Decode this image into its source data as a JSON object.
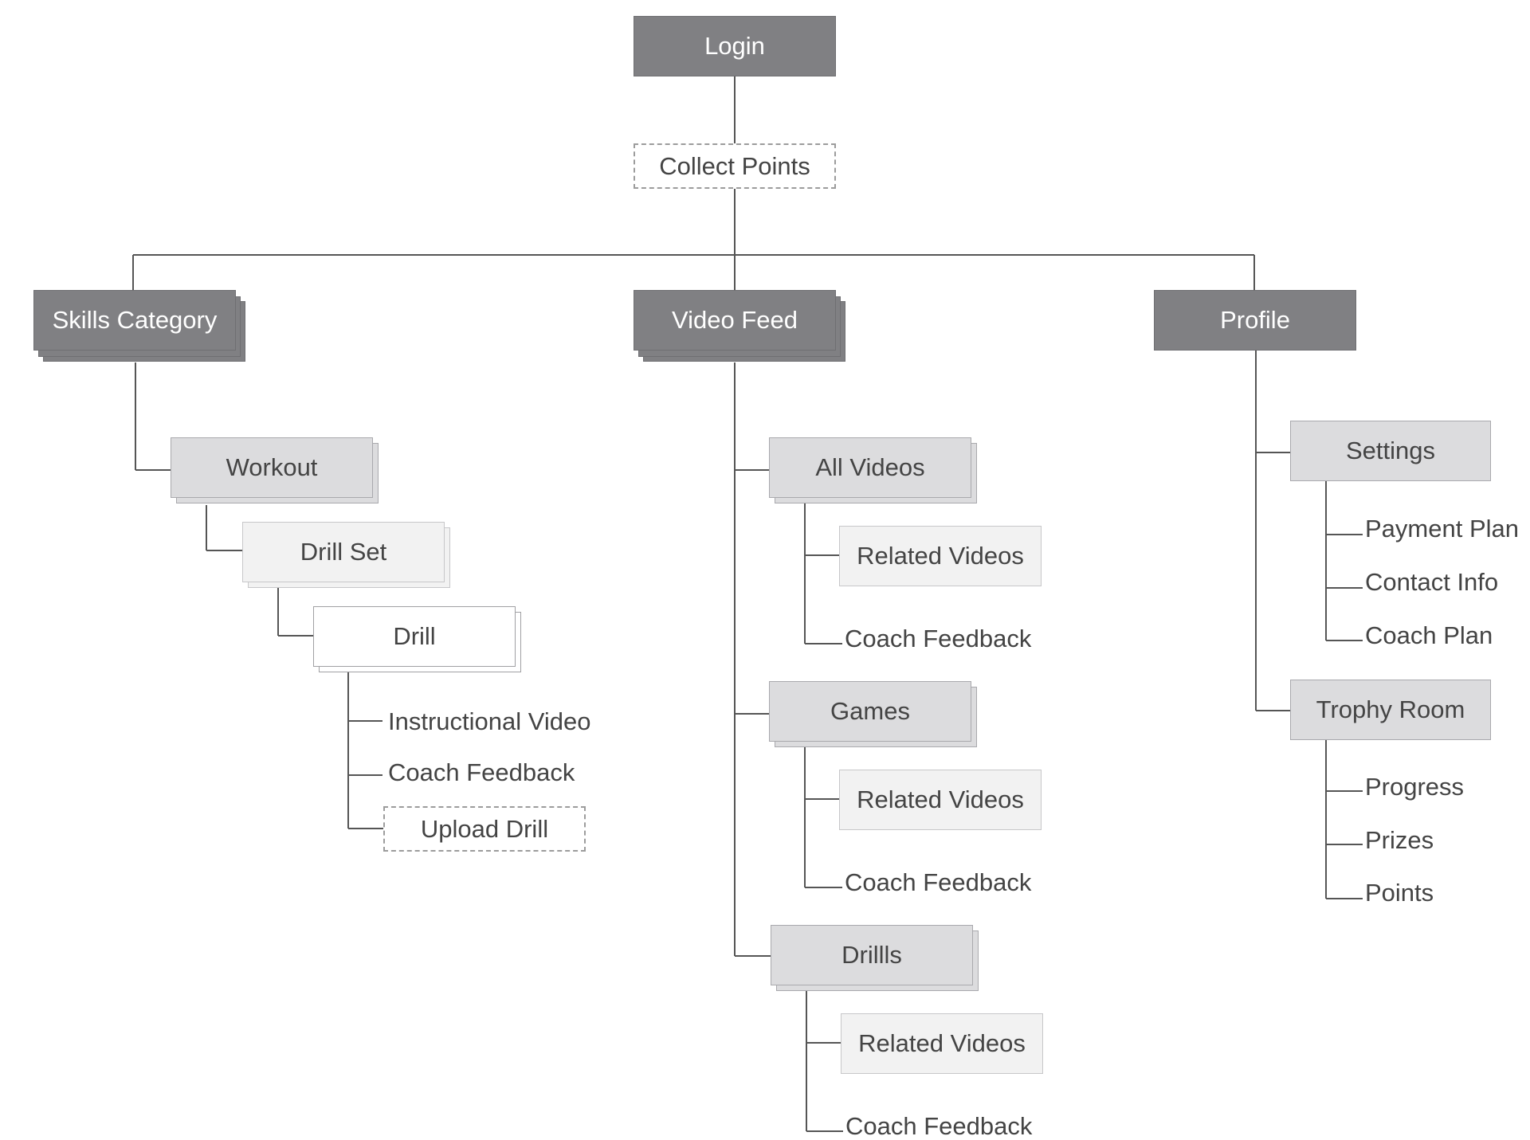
{
  "root": {
    "login": "Login",
    "collect_points": "Collect Points"
  },
  "skills": {
    "title": "Skills Category",
    "workout": "Workout",
    "drill_set": "Drill Set",
    "drill": "Drill",
    "instructional_video": "Instructional Video",
    "coach_feedback": "Coach Feedback",
    "upload_drill": "Upload Drill"
  },
  "video": {
    "title": "Video Feed",
    "all_videos": "All Videos",
    "all_related": "Related Videos",
    "all_feedback": "Coach Feedback",
    "games": "Games",
    "games_related": "Related Videos",
    "games_feedback": "Coach Feedback",
    "drills": "Drillls",
    "drills_related": "Related Videos",
    "drills_feedback": "Coach Feedback"
  },
  "profile": {
    "title": "Profile",
    "settings": "Settings",
    "payment_plan": "Payment Plan",
    "contact_info": "Contact Info",
    "coach_plan": "Coach Plan",
    "trophy_room": "Trophy Room",
    "progress": "Progress",
    "prizes": "Prizes",
    "points": "Points"
  },
  "colors": {
    "primary_node": "#808083",
    "secondary_node": "#dcdcde",
    "tertiary_node": "#f2f2f2",
    "connector": "#555555"
  }
}
